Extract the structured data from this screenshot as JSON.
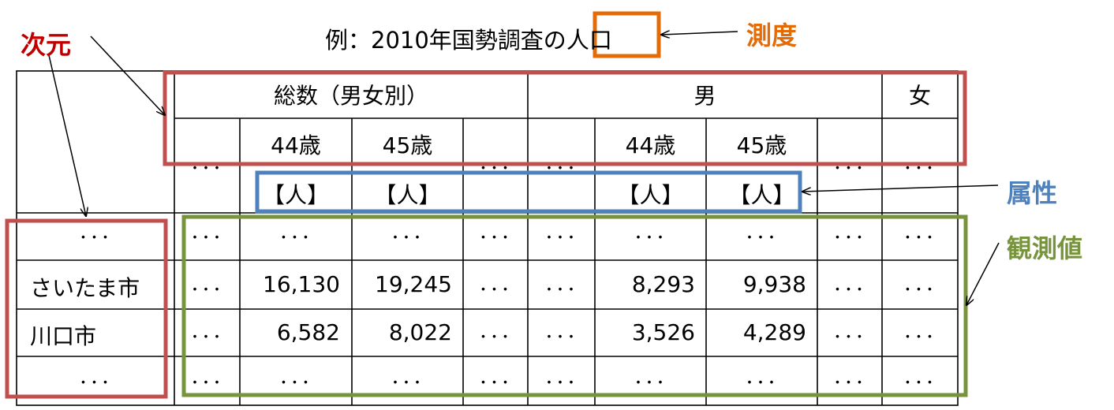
{
  "title": {
    "prefix": "例：2010年国勢調査の",
    "measure": "人口"
  },
  "annotations": {
    "measure": {
      "text": "測度",
      "color": "#e36c09"
    },
    "dimension": {
      "text": "次元",
      "color": "#c00000"
    },
    "attribute": {
      "text": "属性",
      "color": "#4f81bd"
    },
    "observation": {
      "text": "観測値",
      "color": "#77933c"
    }
  },
  "box_colors": {
    "measure": "#e36c09",
    "header": "#c0504d",
    "attribute": "#4f81bd",
    "dimension": "#c0504d",
    "observation": "#77933c"
  },
  "header": {
    "group_total": "総数（男女別）",
    "group_male": "男",
    "group_female": "女",
    "ages": [
      "44歳",
      "45歳",
      "44歳",
      "45歳"
    ],
    "units": [
      "【人】",
      "【人】",
      "【人】",
      "【人】"
    ]
  },
  "ellipsis": "･･･",
  "rows": [
    {
      "name": "･･･",
      "values": [
        "･･･",
        "･･･",
        "･･･",
        "･･･",
        "･･･",
        "･･･",
        "･･･",
        "･･･",
        "･･･",
        "･･･",
        "･･･"
      ]
    },
    {
      "name": "さいたま市",
      "values": [
        "･･･",
        "16,130",
        "19,245",
        "･･･",
        "･･･",
        "8,293",
        "9,938",
        "･･･",
        "･･･",
        "･･･"
      ]
    },
    {
      "name": "川口市",
      "values": [
        "･･･",
        "6,582",
        "8,022",
        "･･･",
        "･･･",
        "3,526",
        "4,289",
        "･･･",
        "･･･",
        "･･･"
      ]
    },
    {
      "name": "･･･",
      "values": [
        "･･･",
        "･･･",
        "･･･",
        "･･･",
        "･･･",
        "･･･",
        "･･･",
        "･･･",
        "･･･",
        "･･･"
      ]
    }
  ]
}
